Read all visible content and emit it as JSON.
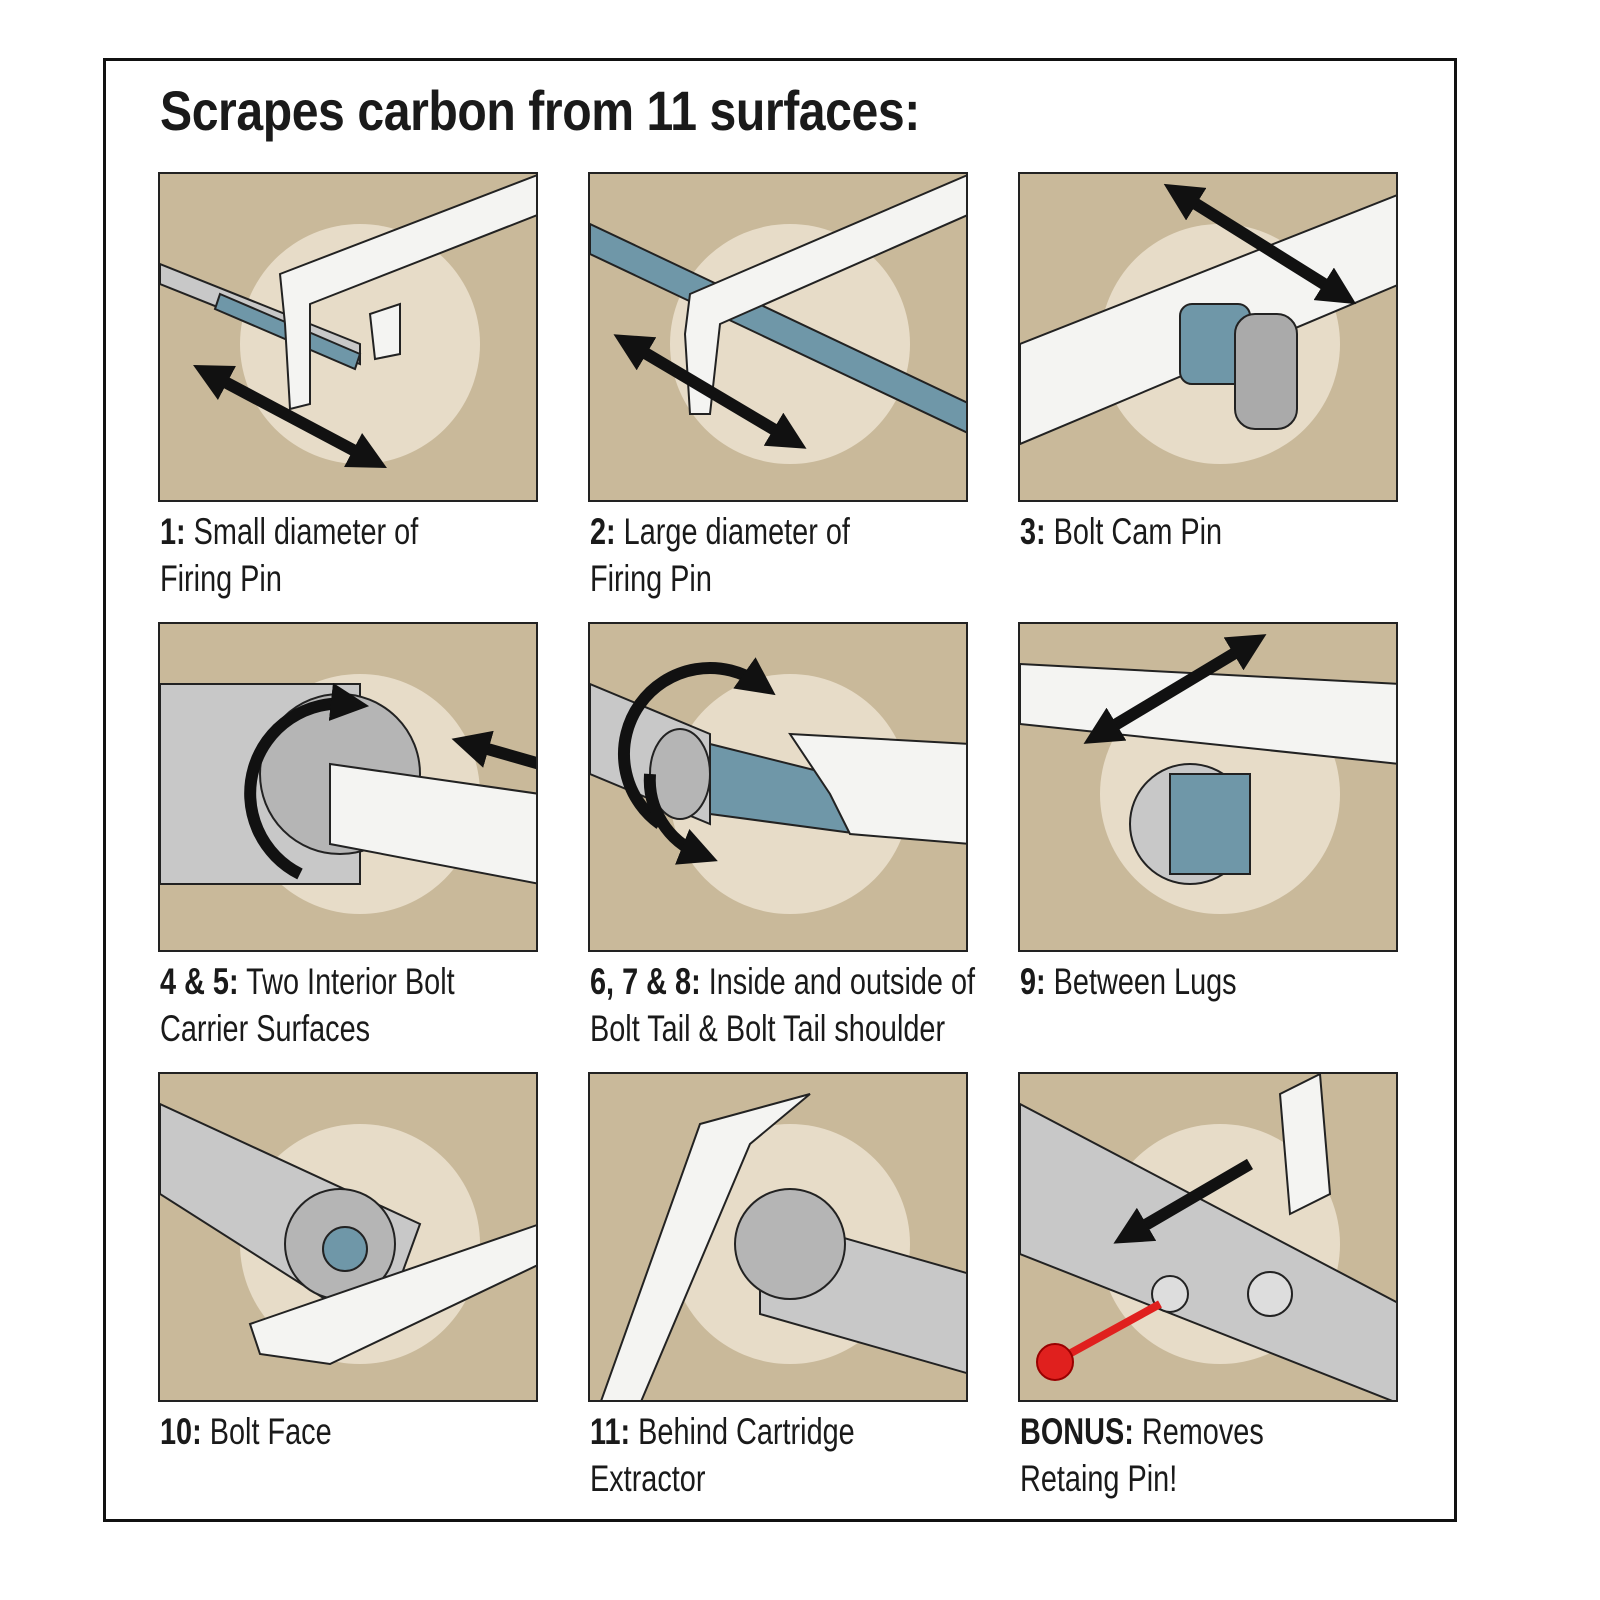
{
  "title": "Scrapes carbon from 11 surfaces:",
  "colors": {
    "background": "#c9b99a",
    "highlight": "#e7dcc8",
    "steel": "#6f97a8",
    "tool": "#f4f4f2",
    "arrow": "#111111",
    "pin": "#e0201e"
  },
  "panels": [
    {
      "num": "1:",
      "line1": "Small diameter of",
      "line2": "Firing Pin"
    },
    {
      "num": "2:",
      "line1": "Large diameter of",
      "line2": "Firing Pin"
    },
    {
      "num": "3:",
      "line1": "Bolt Cam Pin",
      "line2": ""
    },
    {
      "num": "4 & 5:",
      "line1": "Two Interior Bolt",
      "line2": "Carrier Surfaces"
    },
    {
      "num": "6, 7 & 8:",
      "line1": "Inside and outside of",
      "line2": "Bolt Tail & Bolt Tail shoulder"
    },
    {
      "num": "9:",
      "line1": "Between Lugs",
      "line2": ""
    },
    {
      "num": "10:",
      "line1": "Bolt Face",
      "line2": ""
    },
    {
      "num": "11:",
      "line1": "Behind Cartridge",
      "line2": "Extractor"
    },
    {
      "num": "BONUS:",
      "line1": "Removes",
      "line2": "Retaing Pin!"
    }
  ]
}
